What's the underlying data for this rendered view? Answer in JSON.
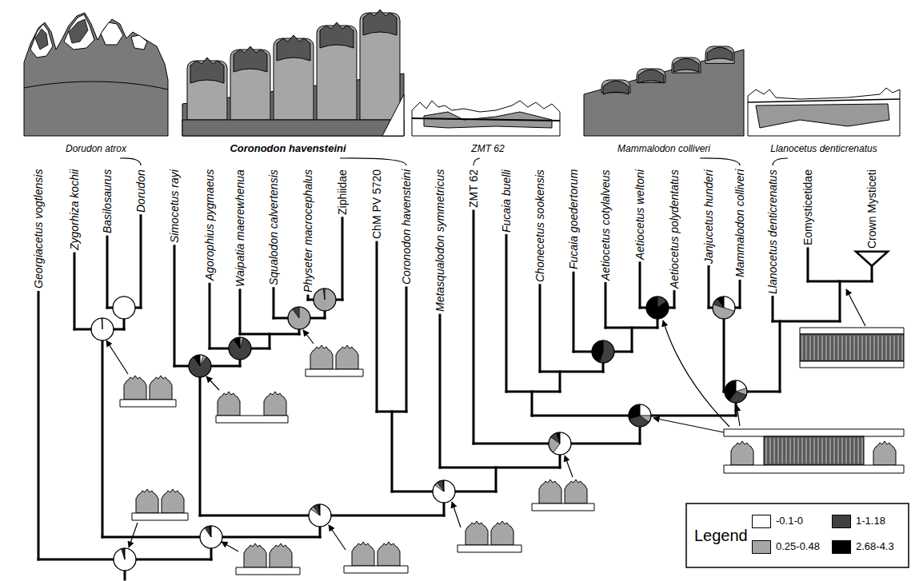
{
  "diagram": {
    "labels": [
      "Dorudon atrox",
      "Coronodon havensteini",
      "ZMT 62",
      "Mammalodon colliveri",
      "Llanocetus denticrenatus",
      "Georgiacetus vogtlensis",
      "Zygorhiza kochii",
      "Basilosaurus",
      "Dorudon",
      "Simocetus rayi",
      "Agorophius pygmaeus",
      "Waipatia maerewhenua",
      "Squalodon calvertensis",
      "Physeter macrocephalus",
      "Ziphiidae",
      "ChM PV 5720",
      "Coronodon havensteini",
      "Metasqualodon symmetricus",
      "ZMT 62",
      "Fucaia buelli",
      "Chonecetus sookensis",
      "Fucaia goedertorum",
      "Aetiocetus cotylalveus",
      "Aetiocetus weltoni",
      "Aetiocetus polydentatus",
      "Janjucetus hunderi",
      "Mammalodon colliveri",
      "Llanocetus denticrenatus",
      "Eomysticetidae",
      "Crown Mysticeti",
      "Legend"
    ],
    "legend": [
      {
        "text": "-0.1-0",
        "color": "#ffffff"
      },
      {
        "text": "1-1.18",
        "color": "#404040"
      },
      {
        "text": "0.25-0.48",
        "color": "#a6a6a6"
      },
      {
        "text": "2.68-4.3",
        "color": "#000000"
      }
    ]
  }
}
